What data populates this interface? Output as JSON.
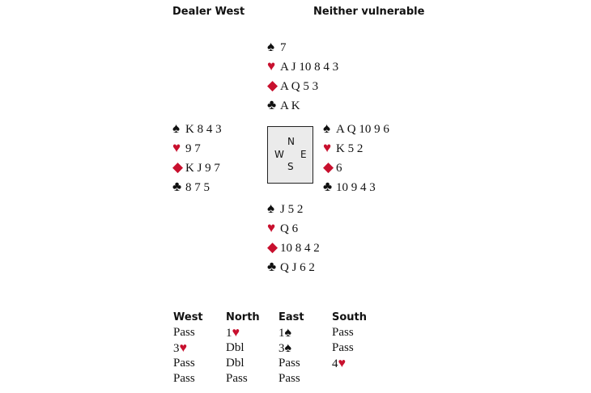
{
  "header": {
    "dealer": "Dealer West",
    "vulnerability": "Neither vulnerable"
  },
  "colors": {
    "red_suit": "#c8102e",
    "black_suit": "#111111",
    "compass_bg": "#ebebeb"
  },
  "hands": {
    "north": {
      "spades": "7",
      "hearts": "A J 10 8 4 3",
      "diamonds": "A Q 5 3",
      "clubs": "A K"
    },
    "west": {
      "spades": "K 8 4 3",
      "hearts": "9 7",
      "diamonds": "K J 9 7",
      "clubs": "8 7 5"
    },
    "east": {
      "spades": "A Q 10 9 6",
      "hearts": "K 5 2",
      "diamonds": "6",
      "clubs": "10 9 4 3"
    },
    "south": {
      "spades": "J 5 2",
      "hearts": "Q 6",
      "diamonds": "10 8 4 2",
      "clubs": "Q J 6 2"
    }
  },
  "suits": {
    "spades": "♠",
    "hearts": "♥",
    "diamonds": "◆",
    "clubs": "♣"
  },
  "compass": {
    "n": "N",
    "s": "S",
    "e": "E",
    "w": "W"
  },
  "auction": {
    "columns": [
      {
        "name": "West",
        "calls": [
          {
            "text": "Pass"
          },
          {
            "text": "3",
            "suit": "♥",
            "red": true
          },
          {
            "text": "Pass"
          },
          {
            "text": "Pass"
          }
        ]
      },
      {
        "name": "North",
        "calls": [
          {
            "text": "1",
            "suit": "♥",
            "red": true
          },
          {
            "text": "Dbl"
          },
          {
            "text": "Dbl"
          },
          {
            "text": "Pass"
          }
        ]
      },
      {
        "name": "East",
        "calls": [
          {
            "text": "1",
            "suit": "♠"
          },
          {
            "text": "3",
            "suit": "♠"
          },
          {
            "text": "Pass"
          },
          {
            "text": "Pass"
          }
        ]
      },
      {
        "name": "South",
        "calls": [
          {
            "text": "Pass"
          },
          {
            "text": "Pass"
          },
          {
            "text": "4",
            "suit": "♥",
            "red": true
          }
        ]
      }
    ]
  }
}
